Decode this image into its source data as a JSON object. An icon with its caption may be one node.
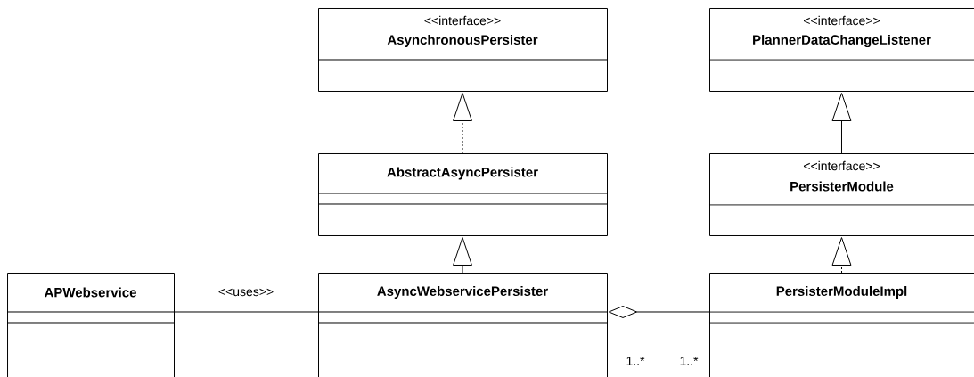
{
  "diagram": {
    "nodes": [
      {
        "text": [
          "<<interface>>",
          "AsynchronousPersister"
        ]
      },
      {
        "text": [
          "<<interface>>",
          "PlannerDataChangeListener"
        ]
      },
      {
        "text": [
          "AbstractAsyncPersister"
        ]
      },
      {
        "text": [
          "<<interface>>",
          "PersisterModule"
        ]
      },
      {
        "text": [
          "APWebservice"
        ]
      },
      {
        "text": [
          "AsyncWebservicePersister"
        ]
      },
      {
        "text": [
          "PersisterModuleImpl"
        ]
      }
    ],
    "edges": [
      {
        "from": 2,
        "to": 0,
        "arrow": "to",
        "style": "dashed"
      },
      {
        "from": 3,
        "to": 1,
        "arrow": "to"
      },
      {
        "from": 5,
        "to": 2,
        "arrow": "to"
      },
      {
        "from": 6,
        "to": 3,
        "arrow": "to",
        "style": "dashed"
      },
      {
        "from": 4,
        "to": 5,
        "arrow": "none",
        "label": "<<uses>>"
      },
      {
        "from": 5,
        "to": 6,
        "arrow": "other"
      }
    ],
    "labels": [
      "1..*",
      "1..*"
    ]
  }
}
